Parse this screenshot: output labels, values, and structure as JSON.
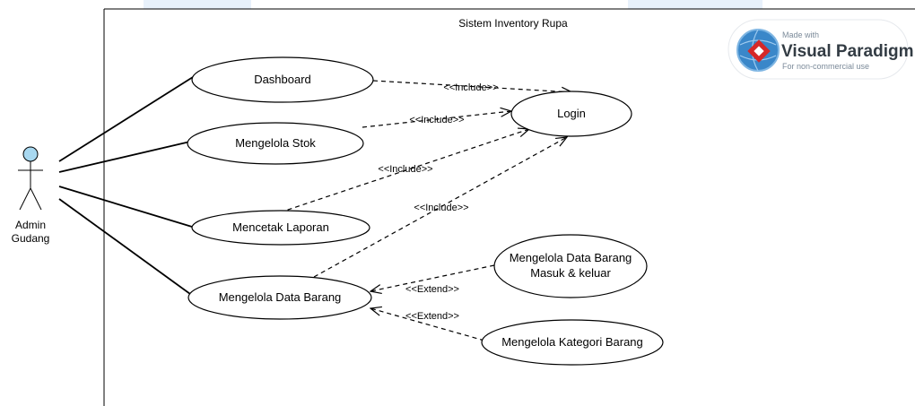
{
  "system": {
    "title": "Sistem Inventory Rupa"
  },
  "actor": {
    "line1": "Admin",
    "line2": "Gudang"
  },
  "use_cases": {
    "dashboard": "Dashboard",
    "stok": "Mengelola Stok",
    "laporan": "Mencetak Laporan",
    "barang": "Mengelola Data Barang",
    "login": "Login",
    "masuk_keluar_line1": "Mengelola Data Barang",
    "masuk_keluar_line2": "Masuk & keluar",
    "kategori": "Mengelola Kategori Barang"
  },
  "relations": {
    "include_1": "<<Include>>",
    "include_2": "<<Include>>",
    "include_3": "<<Include>>",
    "include_4": "<<Include>>",
    "extend_1": "<<Extend>>",
    "extend_2": "<<Extend>>"
  },
  "watermark": {
    "made_with": "Made with",
    "brand": "Visual Paradigm",
    "note": "For non-commercial use"
  },
  "colors": {
    "actor_head": "#a8d8f0",
    "watermark_band": "#e8f1fb",
    "line": "#000000"
  }
}
